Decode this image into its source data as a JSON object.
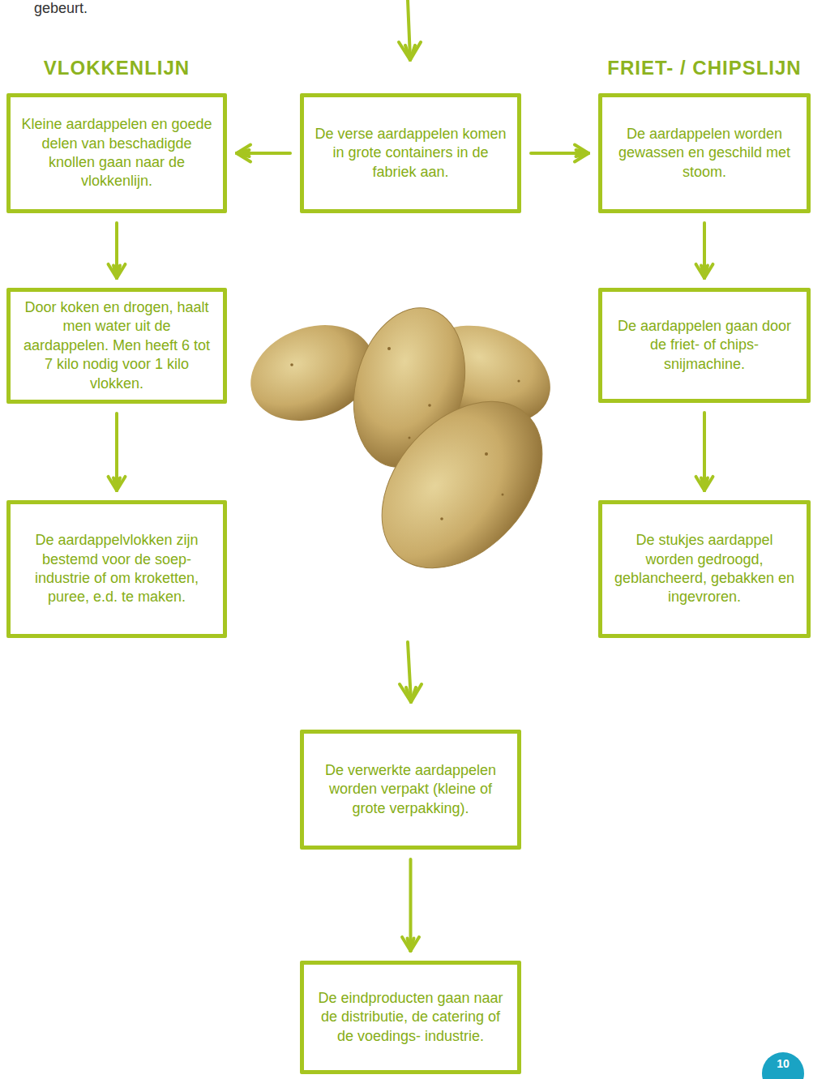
{
  "diagram": {
    "nodes": [
      {
        "text": [
          "Kleine aardappelen en goede delen van beschadigde knollen gaan naar de vlokkenlijn."
        ]
      },
      {
        "text": [
          "De verse aardappelen komen in grote containers in de fabriek aan."
        ]
      },
      {
        "text": [
          "De aardappelen worden gewassen en geschild met stoom."
        ]
      },
      {
        "text": [
          "Door koken en drogen, haalt men water uit de aardappelen. Men heeft 6 tot 7 kilo nodig voor 1 kilo vlokken."
        ]
      },
      {
        "text": [
          "De aardappelen gaan door de friet- of chips- snijmachine."
        ]
      },
      {
        "text": [
          "De aardappelvlokken zijn bestemd voor de soep- industrie of om kroketten, puree, e.d. te maken."
        ]
      },
      {
        "text": [
          "De stukjes aardappel worden gedroogd, geblancheerd, gebakken en ingevroren."
        ]
      },
      {
        "text": [
          "De verwerkte aardappelen worden verpakt (kleine of grote verpakking)."
        ]
      },
      {
        "text": [
          "De eindproducten gaan naar de distributie, de catering of de voedings- industrie."
        ]
      }
    ],
    "edges": [
      {
        "from": 1,
        "to": 0,
        "arrow": "to"
      },
      {
        "from": 1,
        "to": 2,
        "arrow": "to"
      },
      {
        "from": 0,
        "to": 3,
        "arrow": "to"
      },
      {
        "from": 3,
        "to": 5,
        "arrow": "to"
      },
      {
        "from": 2,
        "to": 4,
        "arrow": "to"
      },
      {
        "from": 4,
        "to": 6,
        "arrow": "to"
      },
      {
        "from": 7,
        "to": 8,
        "arrow": "to"
      }
    ],
    "labels": [
      "gebeurt.",
      "VLOKKENLIJN",
      "FRIET- / CHIPSLIJN",
      "10"
    ]
  }
}
